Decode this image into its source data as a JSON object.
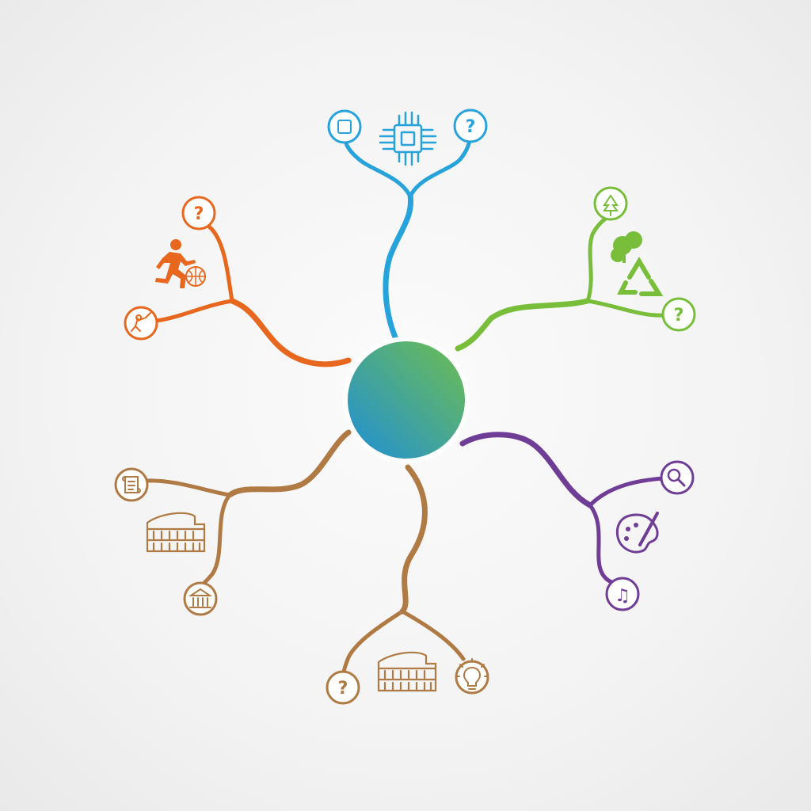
{
  "colors": {
    "technology": "#27a3dc",
    "environment": "#78be3a",
    "arts": "#6f3c96",
    "history": "#b07a45",
    "sports": "#e8671f",
    "center_start": "#1f8fd6",
    "center_end": "#6fbe4f"
  },
  "branches": [
    {
      "key": "technology",
      "icons": [
        "microchip-icon",
        "circuit-chip-icon",
        "question-icon"
      ]
    },
    {
      "key": "environment",
      "icons": [
        "tree-icon",
        "recycle-icon",
        "question-icon"
      ]
    },
    {
      "key": "arts",
      "icons": [
        "search-icon",
        "palette-icon",
        "music-note-icon"
      ]
    },
    {
      "key": "history-bottom",
      "icons": [
        "question-icon",
        "colosseum-icon",
        "lightbulb-icon"
      ]
    },
    {
      "key": "history-left",
      "icons": [
        "scroll-icon",
        "colosseum-icon",
        "museum-icon"
      ]
    },
    {
      "key": "sports",
      "icons": [
        "question-icon",
        "runner-icon",
        "basketball-icon",
        "fencing-icon"
      ]
    }
  ],
  "glyphs": {
    "question": "?",
    "music": "♫",
    "bulb": "💡"
  }
}
